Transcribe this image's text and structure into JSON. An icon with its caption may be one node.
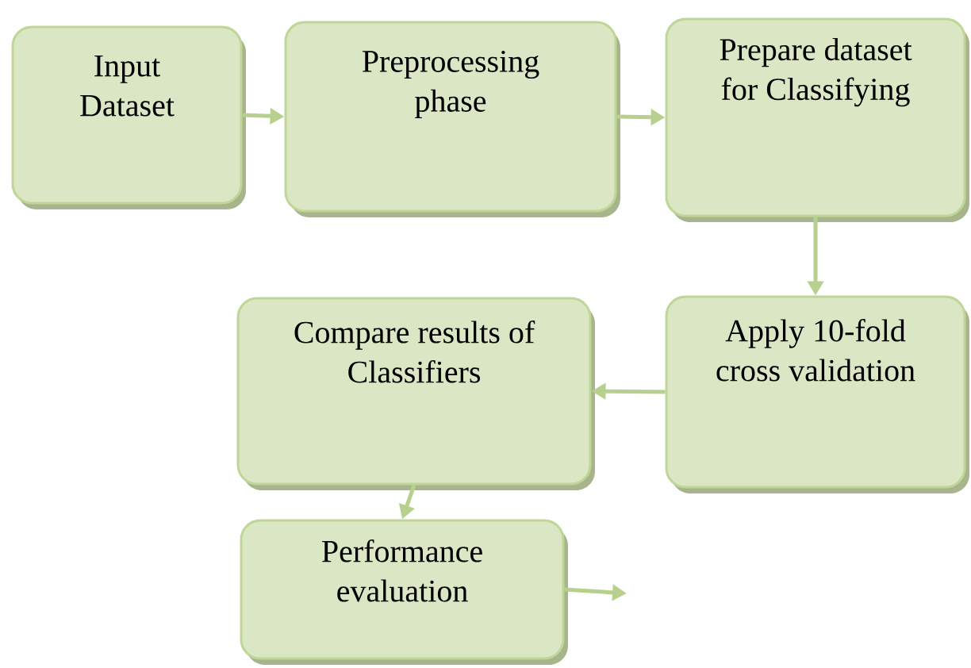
{
  "diagram": {
    "nodes": [
      {
        "text": [
          "Input Dataset"
        ]
      },
      {
        "text": [
          "Preprocessing phase"
        ]
      },
      {
        "text": [
          "Prepare dataset for Classifying"
        ]
      },
      {
        "text": [
          "Apply 10-fold cross validation"
        ]
      },
      {
        "text": [
          "Compare results of Classifiers"
        ]
      },
      {
        "text": [
          "Performance evaluation"
        ]
      }
    ],
    "edges": [
      {
        "from": 0,
        "to": 1,
        "arrow": "to"
      },
      {
        "from": 1,
        "to": 2,
        "arrow": "to"
      },
      {
        "from": 2,
        "to": 3,
        "arrow": "to"
      },
      {
        "from": 3,
        "to": 4,
        "arrow": "to"
      },
      {
        "from": 4,
        "to": 5,
        "arrow": "to"
      },
      {
        "from": 5,
        "to": null,
        "arrow": "to"
      }
    ]
  }
}
